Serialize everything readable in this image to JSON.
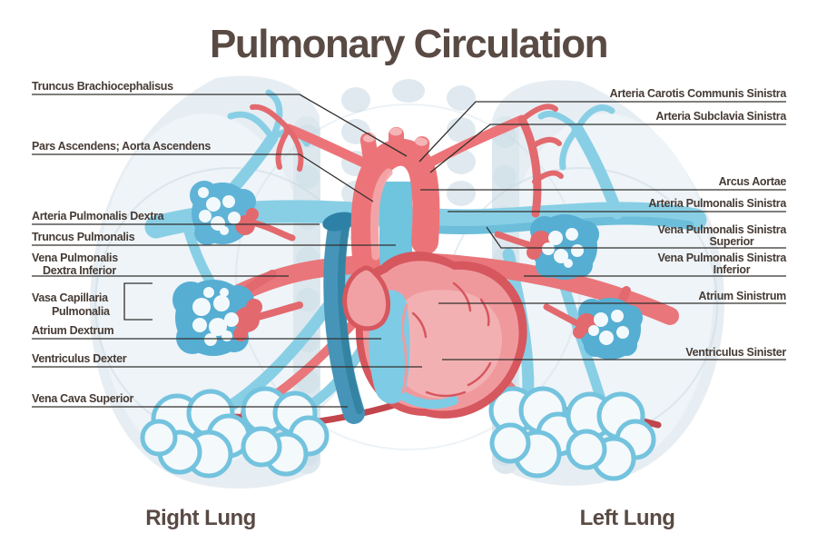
{
  "title": "Pulmonary Circulation",
  "colors": {
    "title_text": "#594a44",
    "label_text": "#463b35",
    "leader_line": "#33302e",
    "artery_red": "#ec7478",
    "artery_red_dark": "#d6575e",
    "deep_red": "#c2454c",
    "heart_pink": "#f0999d",
    "heart_pale_pink": "#f3b0b2",
    "vein_light_blue": "#88cfe6",
    "vein_mid_blue": "#5fb3d6",
    "vena_cava_blue": "#4694b8",
    "lung_fill": "#e7eef3",
    "lung_texture": "#cfdfe9"
  },
  "labels": {
    "left": [
      {
        "text": "Truncus Brachiocephalisus"
      },
      {
        "text": "Pars Ascendens; Aorta Ascendens"
      },
      {
        "text": "Arteria Pulmonalis Dextra"
      },
      {
        "text": "Truncus Pulmonalis"
      },
      {
        "line1": "Vena Pulmonalis",
        "line2": "Dextra Inferior"
      },
      {
        "line1": "Vasa Capillaria",
        "line2": "Pulmonalia"
      },
      {
        "text": "Atrium Dextrum"
      },
      {
        "text": "Ventriculus Dexter"
      },
      {
        "text": "Vena Cava Superior"
      }
    ],
    "right": [
      {
        "text": "Arteria Carotis Communis Sinistra"
      },
      {
        "text": "Arteria Subclavia Sinistra"
      },
      {
        "text": "Arcus Aortae"
      },
      {
        "text": "Arteria Pulmonalis Sinistra"
      },
      {
        "line1": "Vena Pulmonalis Sinistra",
        "line2": "Superior"
      },
      {
        "line1": "Vena Pulmonalis Sinistra",
        "line2": "Inferior"
      },
      {
        "text": "Atrium Sinistrum"
      },
      {
        "text": "Ventriculus Sinister"
      }
    ],
    "bottom": {
      "right_lung": "Right Lung",
      "left_lung": "Left Lung"
    }
  }
}
